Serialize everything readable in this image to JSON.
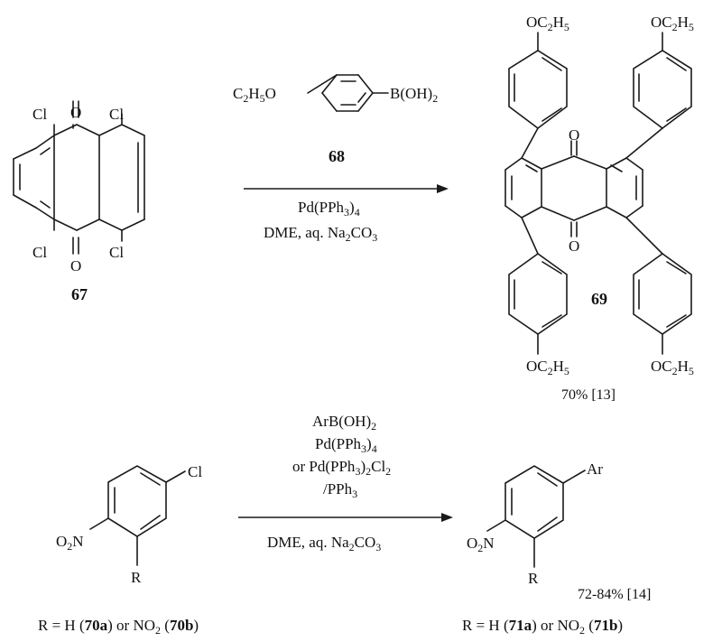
{
  "scheme1": {
    "reactant": {
      "number": "67",
      "substituents": [
        "Cl",
        "Cl",
        "Cl",
        "Cl"
      ],
      "carbonyls": [
        "O",
        "O"
      ]
    },
    "reagent": {
      "number": "68",
      "ethoxy": [
        "C",
        "2",
        "H",
        "5",
        "O"
      ],
      "boronic": [
        "B(OH)",
        "2"
      ]
    },
    "conditions": {
      "catalyst": [
        "Pd(PPh",
        "3",
        ")",
        "4"
      ],
      "solvent": [
        "DME, aq. Na",
        "2",
        "CO",
        "3"
      ]
    },
    "product": {
      "number": "69",
      "carbonyls": [
        "O",
        "O"
      ],
      "ethoxy": [
        "OC",
        "2",
        "H",
        "5"
      ],
      "yield": "70% [13]"
    }
  },
  "scheme2": {
    "reactant": {
      "substituent_top": "Cl",
      "nitro": [
        "O",
        "2",
        "N"
      ],
      "r_group": "R",
      "caption": [
        "R = H (",
        "70a",
        ") or NO",
        "2",
        " (",
        "70b",
        ")"
      ]
    },
    "conditions": {
      "line1": [
        "ArB(OH)",
        "2"
      ],
      "line2": [
        "Pd(PPh",
        "3",
        ")",
        "4"
      ],
      "line3": [
        "or Pd(PPh",
        "3",
        ")",
        "2",
        "Cl",
        "2"
      ],
      "line4": [
        "/PPh",
        "3"
      ],
      "line5": [
        "DME, aq. Na",
        "2",
        "CO",
        "3"
      ]
    },
    "product": {
      "substituent_top": "Ar",
      "nitro": [
        "O",
        "2",
        "N"
      ],
      "r_group": "R",
      "yield": "72-84% [14]",
      "caption": [
        "R = H (",
        "71a",
        ") or NO",
        "2",
        " (",
        "71b",
        ")"
      ]
    }
  }
}
